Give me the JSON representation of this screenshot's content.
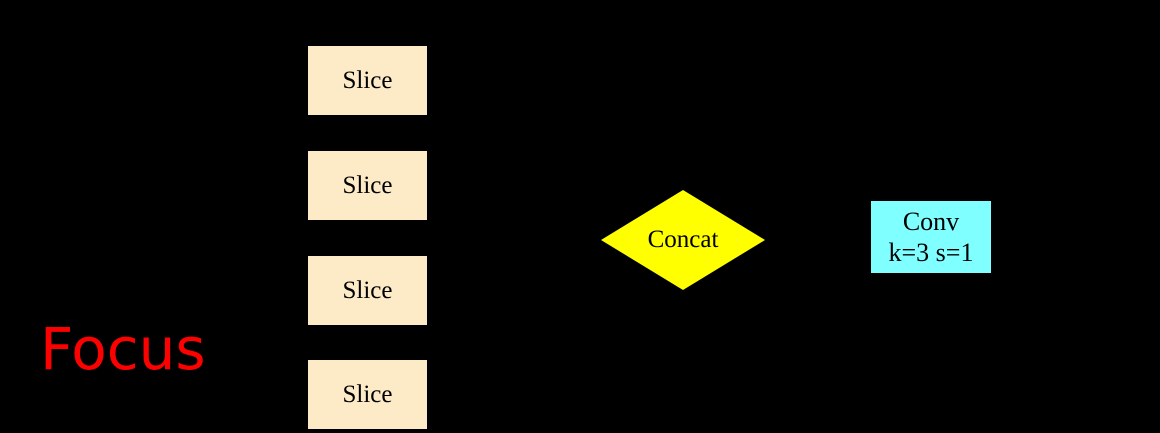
{
  "diagram": {
    "title_label": "Focus",
    "title_color": "#FF0000",
    "background_color": "#000000",
    "slice_fill": "#FDEBC8",
    "concat_fill": "#FFFF00",
    "conv_fill": "#7FFFFF",
    "text_color": "#000000"
  },
  "slices": [
    {
      "label": "Slice"
    },
    {
      "label": "Slice"
    },
    {
      "label": "Slice"
    },
    {
      "label": "Slice"
    }
  ],
  "concat": {
    "label": "Concat"
  },
  "conv": {
    "line1": "Conv",
    "line2": "k=3 s=1"
  }
}
